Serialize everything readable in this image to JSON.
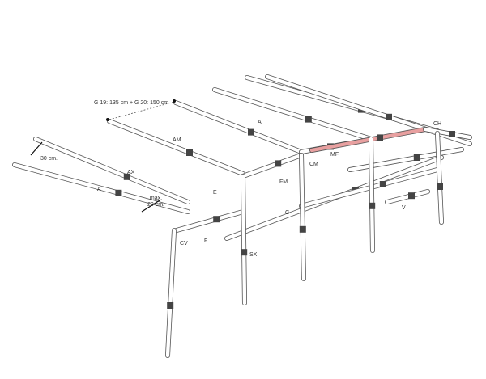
{
  "labels": {
    "g_note": "G 19: 135 cm + G 20: 150 cm",
    "a_top": "A",
    "am": "AM",
    "ax": "AX",
    "a_left": "A",
    "thirty": "30 cm.",
    "max20": "max.\n20 cm.",
    "max20_line1": "max.",
    "max20_line2": "20 cm.",
    "e": "E",
    "fm": "FM",
    "cm": "CM",
    "mf": "MF",
    "ch": "CH",
    "g": "G",
    "v": "V",
    "cv": "CV",
    "f": "F",
    "sx": "SX"
  },
  "colors": {
    "tube": "#555555",
    "highlight": "#e8a0a0"
  }
}
